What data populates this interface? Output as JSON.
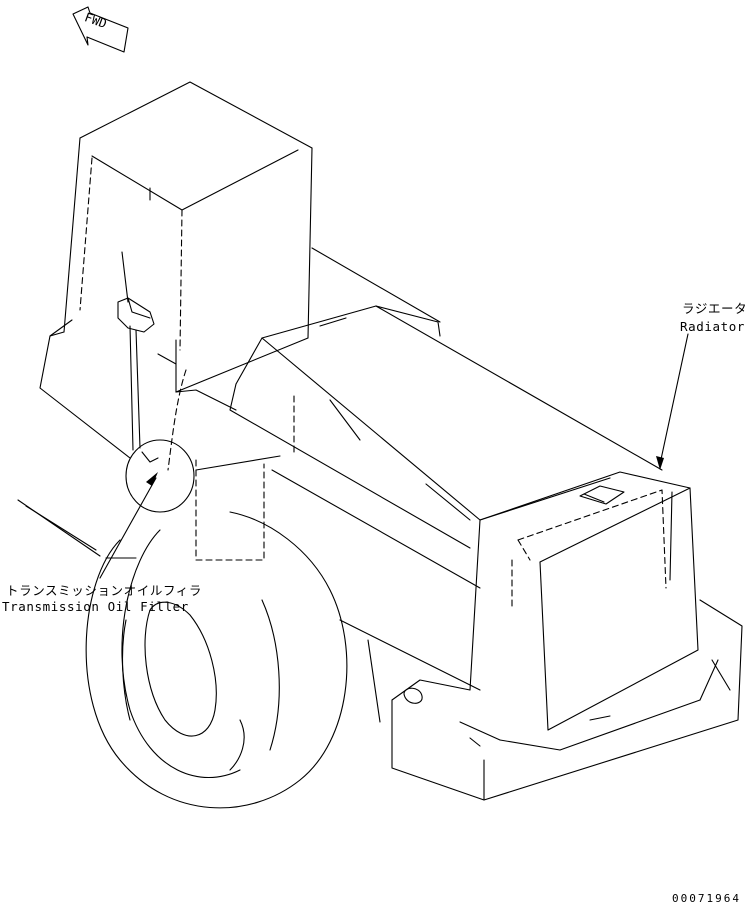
{
  "fwd_badge": {
    "text": "FWD"
  },
  "callouts": {
    "radiator": {
      "jp": "ラジエータ",
      "en": "Radiator"
    },
    "transmission_oil_filler": {
      "jp": "トランスミッションオイルフィラ",
      "en": "Transmission Oil Filler"
    }
  },
  "drawing_number": "00071964"
}
